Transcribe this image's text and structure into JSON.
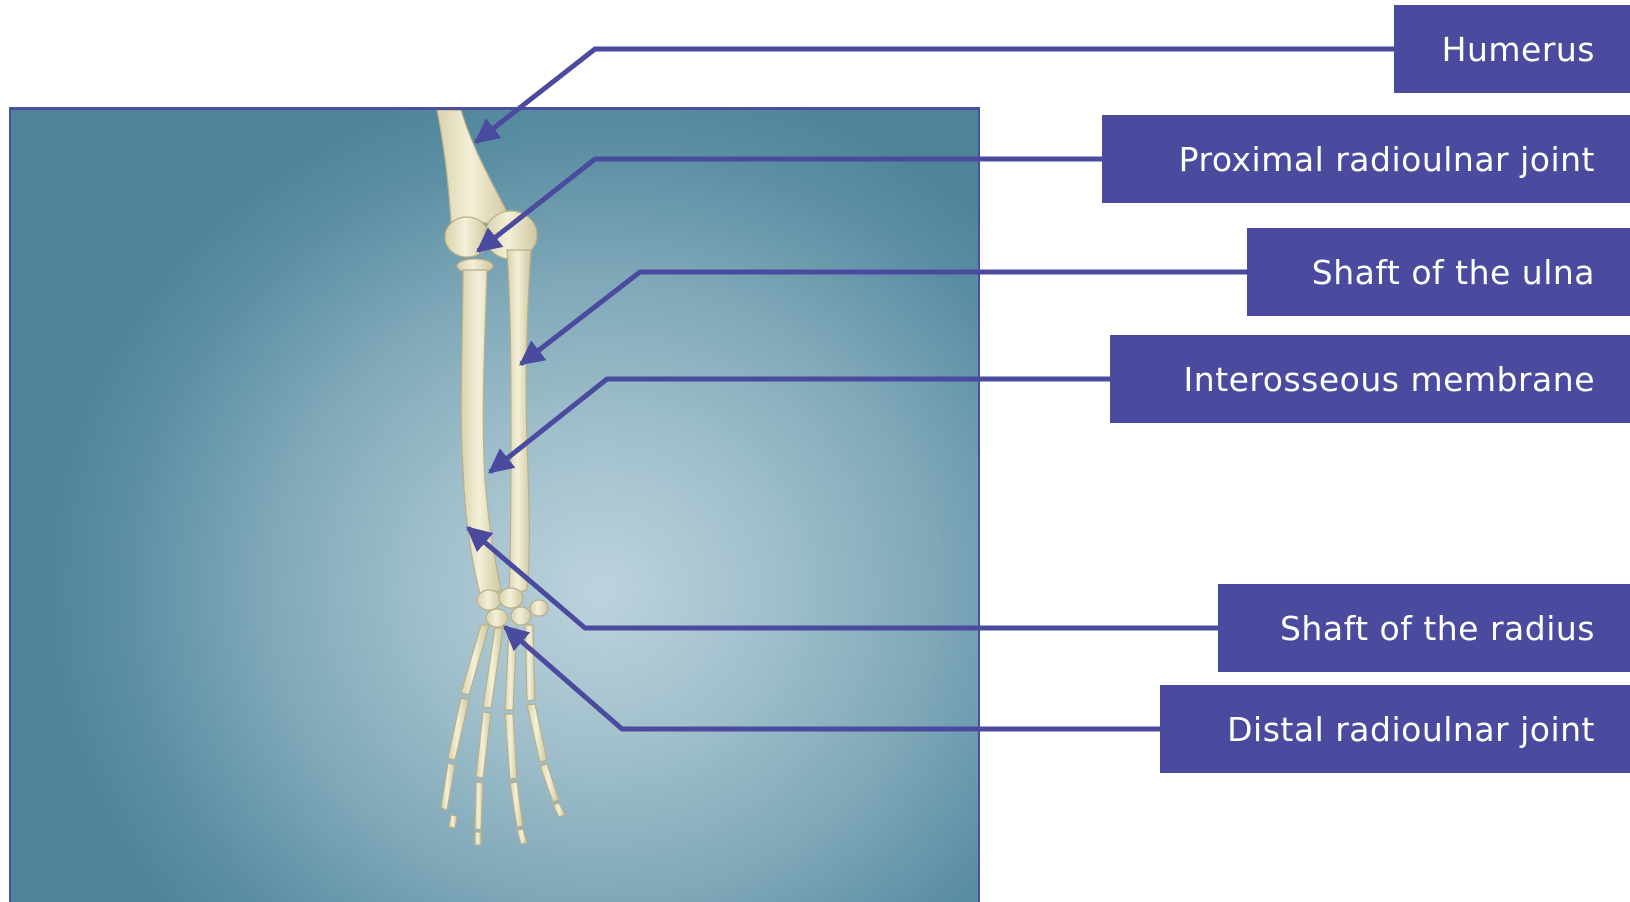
{
  "labels": {
    "humerus": "Humerus",
    "proximal_radioulnar_joint": "Proximal radioulnar joint",
    "shaft_of_ulna": "Shaft of the ulna",
    "interosseous_membrane": "Interosseous membrane",
    "shaft_of_radius": "Shaft of the radius",
    "distal_radioulnar_joint": "Distal radioulnar joint"
  },
  "colors": {
    "label_background": "#4a4b9e",
    "label_text": "#ffffff",
    "leader_line": "#4a4b9e",
    "panel_background": "#7fa8b8",
    "bone": "#ece7c8"
  }
}
